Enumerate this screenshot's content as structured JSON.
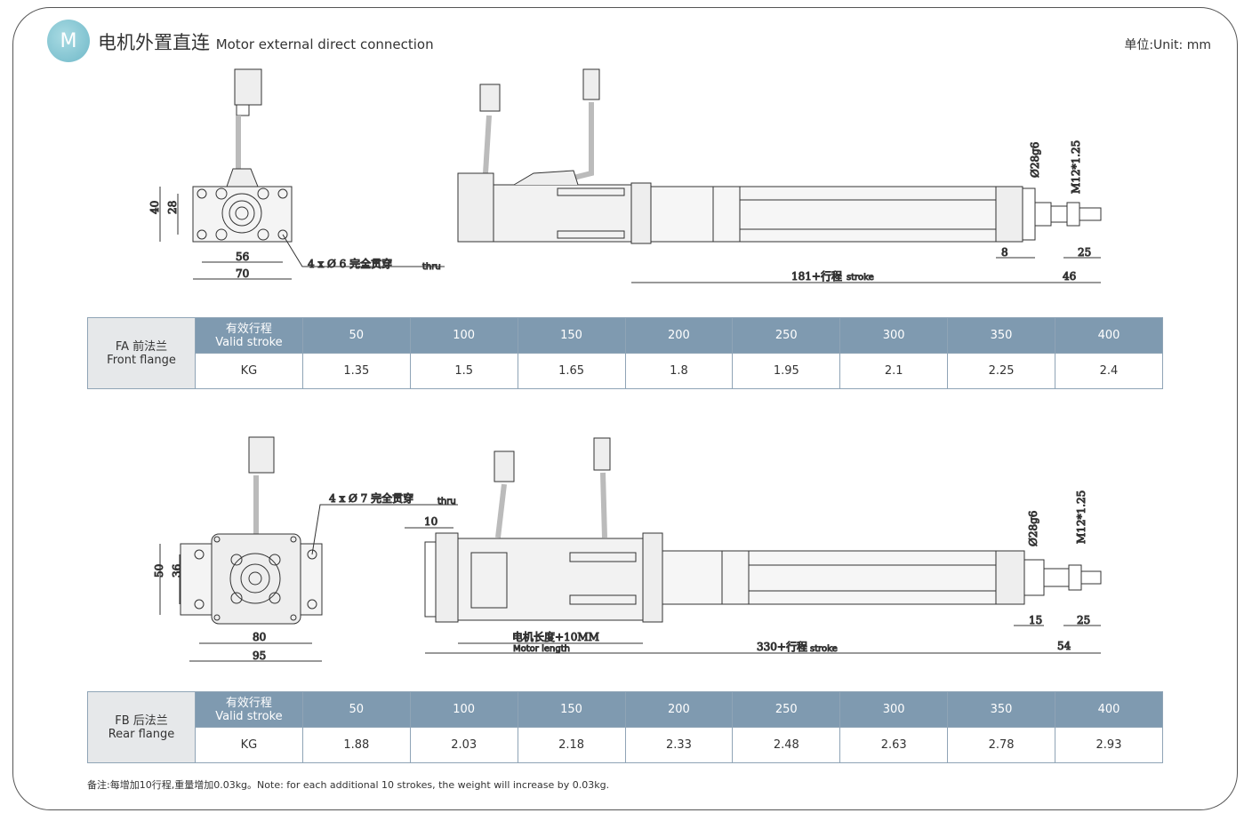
{
  "header": {
    "badge": "M",
    "title_cn": "电机外置直连",
    "title_en": "Motor external direct connection",
    "unit": "单位:Unit: mm"
  },
  "fa": {
    "front": {
      "h_outer": "40",
      "h_inner": "28",
      "w_inner": "56",
      "w_outer": "70",
      "hole_note": "4 x Ø 6 完全贯穿",
      "hole_note_en": "thru"
    },
    "side": {
      "rod_dia": "Ø28g6",
      "thread": "M12*1.25",
      "d8": "8",
      "d25": "25",
      "length": "181+行程",
      "length_en": "stroke",
      "d46": "46"
    },
    "table": {
      "label_cn": "FA 前法兰",
      "label_en": "Front flange",
      "stroke_cn": "有效行程",
      "stroke_en": "Valid stroke",
      "kg": "KG",
      "strokes": [
        "50",
        "100",
        "150",
        "200",
        "250",
        "300",
        "350",
        "400"
      ],
      "weights": [
        "1.35",
        "1.5",
        "1.65",
        "1.8",
        "1.95",
        "2.1",
        "2.25",
        "2.4"
      ]
    }
  },
  "fb": {
    "front": {
      "h_outer": "50",
      "h_inner": "36",
      "w_inner": "80",
      "w_outer": "95",
      "hole_note": "4 x Ø 7 完全贯穿",
      "hole_note_en": "thru"
    },
    "side": {
      "d10": "10",
      "rod_dia": "Ø28g6",
      "thread": "M12*1.25",
      "d15": "15",
      "d25": "25",
      "motor_len": "电机长度+10MM",
      "motor_len_en": "Motor length",
      "length": "330+行程",
      "length_en": "stroke",
      "d54": "54"
    },
    "table": {
      "label_cn": "FB 后法兰",
      "label_en": "Rear flange",
      "stroke_cn": "有效行程",
      "stroke_en": "Valid stroke",
      "kg": "KG",
      "strokes": [
        "50",
        "100",
        "150",
        "200",
        "250",
        "300",
        "350",
        "400"
      ],
      "weights": [
        "1.88",
        "2.03",
        "2.18",
        "2.33",
        "2.48",
        "2.63",
        "2.78",
        "2.93"
      ]
    }
  },
  "note": "备注:每增加10行程,重量增加0.03kg。Note: for each additional 10 strokes, the weight will increase by 0.03kg."
}
